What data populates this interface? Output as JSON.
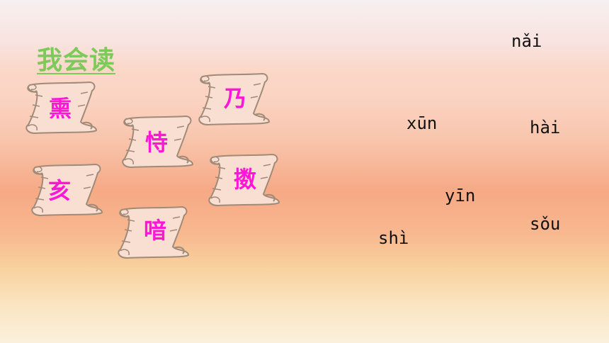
{
  "title": "我会读",
  "characters": {
    "xun": "熏",
    "shi": "恃",
    "nai": "乃",
    "hai": "亥",
    "sou": "擞",
    "yin": "喑"
  },
  "pinyin": {
    "nai": "nǎi",
    "xun": "xūn",
    "hai": "hài",
    "yin": "yīn",
    "sou": "sǒu",
    "shi": "shì"
  },
  "colors": {
    "title": "#7dc95a",
    "character": "#ff17d8",
    "scroll_outline": "#a08a78",
    "scroll_fill": "#f9dfd2"
  },
  "icons": [
    "scroll-icon"
  ]
}
